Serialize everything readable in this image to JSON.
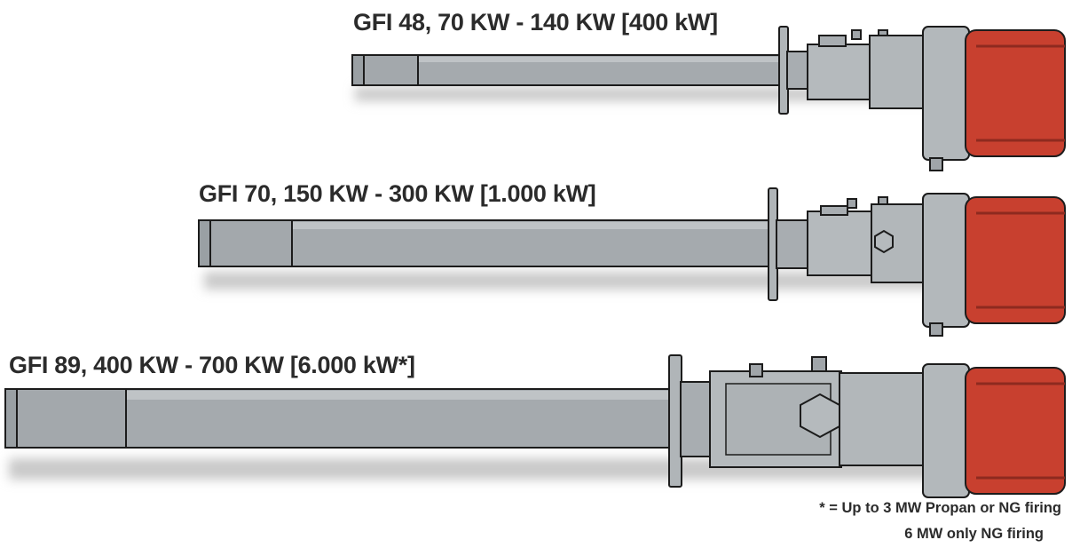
{
  "burners": [
    {
      "model_label": "GFI 48, 70 KW - 140 KW [400 kW]"
    },
    {
      "model_label": "GFI 70, 150 KW - 300 KW [1.000 kW]"
    },
    {
      "model_label": "GFI 89, 400 KW - 700 KW [6.000 kW*]"
    }
  ],
  "footnote": {
    "line1": "* = Up to 3 MW Propan or NG firing",
    "line2": "6 MW only NG firing"
  },
  "colors": {
    "lance": "#a3a8ac",
    "lance_dark": "#8c9196",
    "outline": "#1c1c1c",
    "motor": "#c8402f",
    "motor_dark": "#a02e22",
    "body": "#b5babd"
  }
}
